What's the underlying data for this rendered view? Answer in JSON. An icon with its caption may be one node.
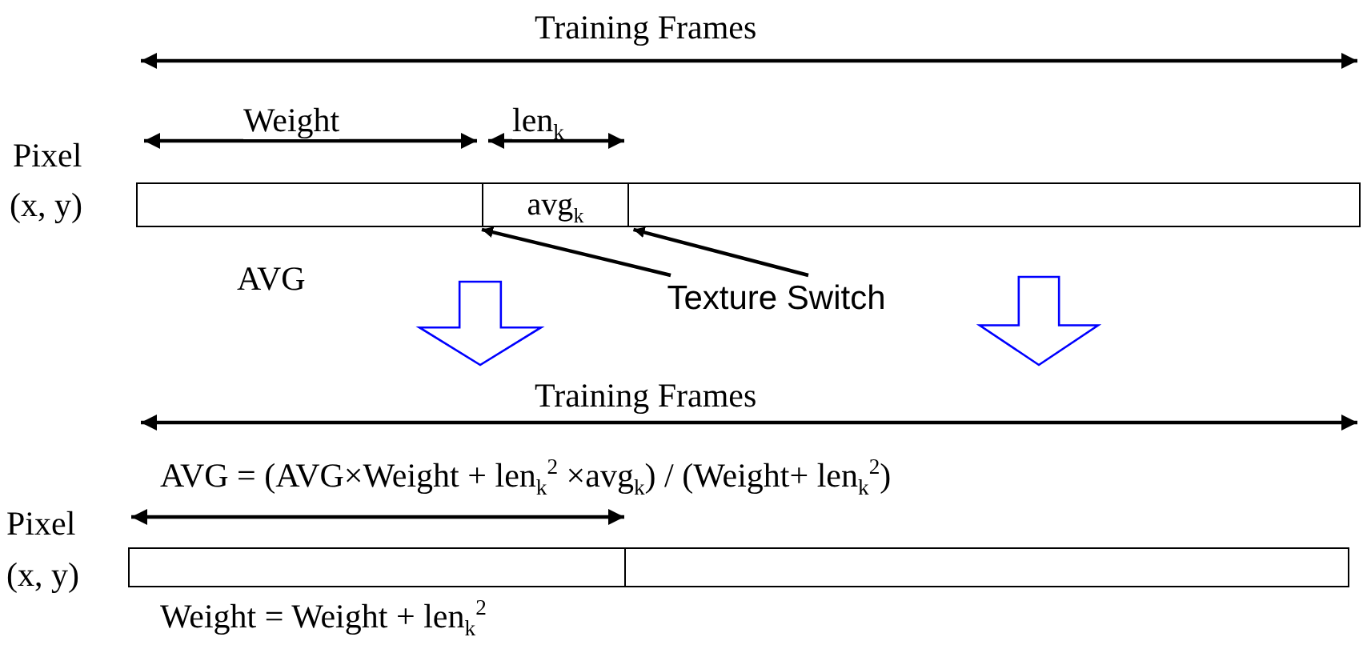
{
  "diagram": {
    "nodes": [
      {
        "text": [],
        "shape": "box"
      },
      {
        "text": [
          "avg$_{k}$"
        ]
      },
      {
        "text": [],
        "shape": "box"
      },
      {
        "text": [
          "Texture Switch"
        ]
      },
      {
        "text": [],
        "shape": "box"
      },
      {
        "text": [],
        "shape": "box"
      }
    ],
    "edges": [
      {
        "from": 3,
        "to": 1,
        "arrow": "to"
      },
      {
        "from": 3,
        "to": 1,
        "arrow": "to"
      }
    ],
    "labels": [
      "Training Frames",
      "Weight",
      "len$_{k}$",
      "Pixel",
      "(x, y)",
      "AVG",
      "Training Frames",
      "AVG = (AVG×Weight + len$_{k}$$^{2}$ ×avg$_{k}$) / (Weight+ len$_{k}$$^{2}$)",
      "Pixel",
      "(x, y)",
      "Weight = Weight + len$_{k}$$^{2}$"
    ]
  }
}
